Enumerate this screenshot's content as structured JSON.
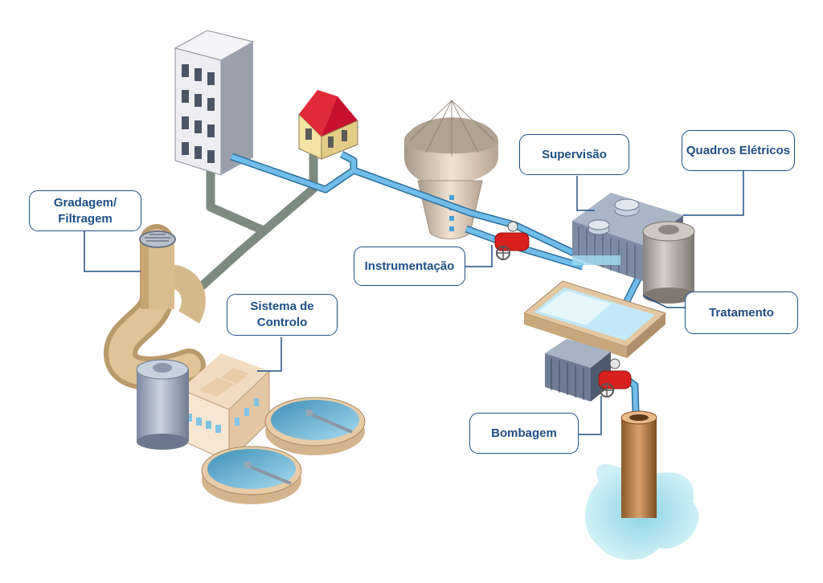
{
  "labels": {
    "gradagem": "Gradagem/\nFiltragem",
    "sistema": "Sistema de\nControlo",
    "instrumentacao": "Instrumentação",
    "supervisao": "Supervisão",
    "quadros": "Quadros Elétricos",
    "tratamento": "Tratamento",
    "bombagem": "Bombagem"
  },
  "colors": {
    "label_border": "#1f4e86",
    "label_text": "#1f4e86",
    "water_pipe": "#4a9fd8",
    "sewer_pipe": "#7d8a80",
    "large_duct": "#d6b98a",
    "valve": "#d8211f",
    "roof": "#c8102e",
    "water": "#9fd6ea"
  }
}
